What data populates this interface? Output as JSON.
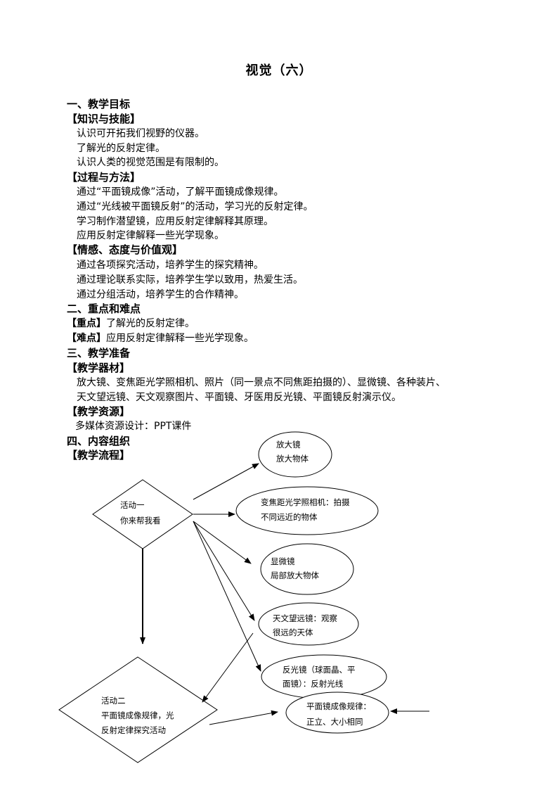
{
  "title": "视觉（六）",
  "sections": {
    "s1_heading": "一、教学目标",
    "knowledge_heading": "【知识与技能】",
    "knowledge_items": [
      "认识可开拓我们视野的仪器。",
      "了解光的反射定律。",
      "认识人类的视觉范围是有限制的。"
    ],
    "process_heading": "【过程与方法】",
    "process_items": [
      "通过“平面镜成像”活动，了解平面镜成像规律。",
      "通过“光线被平面镜反射”的活动，学习光的反射定律。",
      "学习制作潜望镜，应用反射定律解释其原理。",
      "应用反射定律解释一些光学现象。"
    ],
    "emotion_heading": "【情感、态度与价值观】",
    "emotion_items": [
      "通过各项探究活动，培养学生的探究精神。",
      "通过理论联系实际，培养学生学以致用，热爱生活。",
      "通过分组活动，培养学生的合作精神。"
    ],
    "s2_heading": "二、重点和难点",
    "key_label": "【重点】",
    "key_text": "了解光的反射定律。",
    "difficulty_label": "【难点】",
    "difficulty_text": "应用反射定律解释一些光学现象。",
    "s3_heading": "三、教学准备",
    "equipment_heading": "【教学器材】",
    "equipment_lines": [
      "放大镜、变焦距光学照相机、照片（同一景点不同焦距拍摄的）、显微镜、各种装片、",
      "天文望远镜、天文观察图片、平面镜、牙医用反光镜、平面镜反射演示仪。"
    ],
    "resources_heading": "【教学资源】",
    "resources_text": "多媒体资源设计：PPT课件",
    "s4_heading": "四、内容组织",
    "flow_heading": "【教学流程】"
  },
  "diagram": {
    "activity1": [
      "活动一",
      "你来帮我看"
    ],
    "activity2": [
      "活动二",
      "平面镜成像规律，光",
      "反射定律探究活动"
    ],
    "magnifier": [
      "放大镜",
      "放大物体"
    ],
    "zoom_camera": [
      "变焦距光学照相机：拍摄",
      "不同远近的物体"
    ],
    "microscope": [
      "显微镜",
      "局部放大物体"
    ],
    "telescope": [
      "天文望远镜：观察",
      "很远的天体"
    ],
    "reflector": [
      "反光镜（球面晶、平",
      "面镜）：反射光线"
    ],
    "plane_mirror": [
      "平面镜成像规律：",
      "正立、大小相同"
    ]
  }
}
